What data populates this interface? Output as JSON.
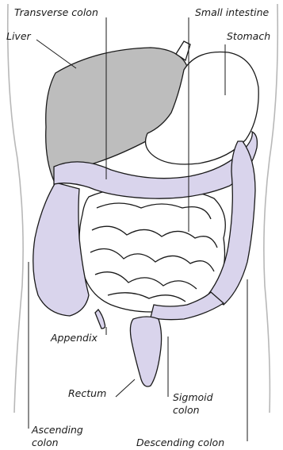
{
  "labels": {
    "transverse_colon": "Transverse colon",
    "small_intestine": "Small intestine",
    "liver": "Liver",
    "stomach": "Stomach",
    "appendix": "Appendix",
    "rectum": "Rectum",
    "sigmoid_colon_1": "Sigmoid",
    "sigmoid_colon_2": "colon",
    "ascending_colon_1": "Ascending",
    "ascending_colon_2": "colon",
    "descending_colon": "Descending colon"
  },
  "colors": {
    "liver_fill": "#bdbdbd",
    "colon_fill": "#d9d4ec",
    "outline": "#1a1a1a",
    "body_outline": "#b8b8b8",
    "background": "#ffffff"
  }
}
